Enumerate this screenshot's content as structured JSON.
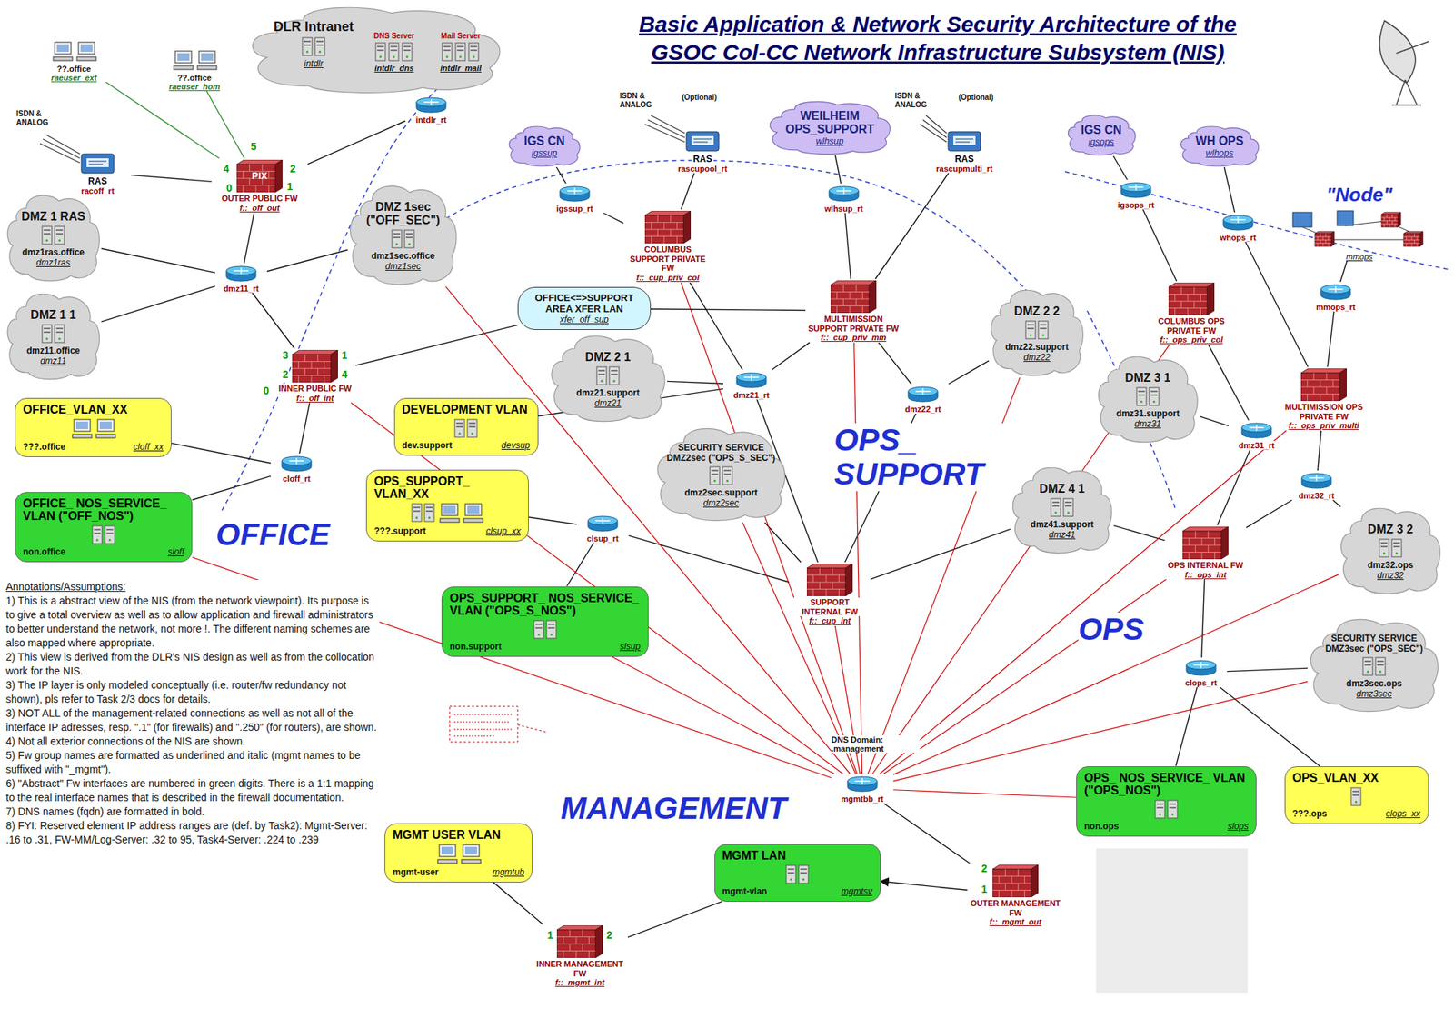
{
  "diagram": {
    "title": "Basic Application & Network Security Architecture of the GSOC Col-CC Network Infrastructure Subsystem (NIS)",
    "nodes": [
      {
        "text": [
          "??.office",
          "raeuser_ext"
        ]
      },
      {
        "text": [
          "??.office",
          "raeuser_hom"
        ]
      },
      {
        "text": [
          "DLR Intranet",
          "intdlr"
        ]
      },
      {
        "text": [
          "DNS Server",
          "intdlr_dns"
        ],
        "in": 2
      },
      {
        "text": [
          "Mail Server",
          "intdlr_mail"
        ],
        "in": 2
      },
      {
        "text": [
          "intdlr_rt"
        ]
      },
      {
        "text": [
          "RAS",
          "racoff_rt"
        ]
      },
      {
        "text": [
          "PIX",
          "OUTER PUBLIC FW",
          "f::_off_out"
        ]
      },
      {
        "text": [
          "DMZ 1 RAS",
          "dmz1ras.office",
          "dmz1ras"
        ]
      },
      {
        "text": [
          "DMZ 1sec (\"OFF_SEC\")",
          "dmz1sec.office",
          "dmz1sec"
        ]
      },
      {
        "text": [
          "dmz11_rt"
        ]
      },
      {
        "text": [
          "DMZ 1 1",
          "dmz11.office",
          "dmz11"
        ]
      },
      {
        "text": [
          "INNER PUBLIC FW",
          "f::_off_int"
        ]
      },
      {
        "text": [
          "OFFICE_VLAN_XX",
          "???.office",
          "cloff_xx"
        ]
      },
      {
        "text": [
          "cloff_rt"
        ]
      },
      {
        "text": [
          "OFFICE_ NOS_SERVICE_ VLAN (\"OFF_NOS\")",
          "non.office",
          "sloff"
        ]
      },
      {
        "text": [
          "OFFICE<=>SUPPORT AREA XFER LAN",
          "xfer_off_sup"
        ]
      },
      {
        "text": [
          "DEVELOPMENT VLAN",
          "dev.support",
          "devsup"
        ]
      },
      {
        "text": [
          "OPS_SUPPORT_ VLAN_XX",
          "???.support",
          "clsup_xx"
        ]
      },
      {
        "text": [
          "clsup_rt"
        ]
      },
      {
        "text": [
          "OPS_SUPPORT_ NOS_SERVICE_ VLAN (\"OPS_S_NOS\")",
          "non.support",
          "slsup"
        ]
      },
      {
        "text": [
          "IGS CN",
          "igssup"
        ]
      },
      {
        "text": [
          "igssup_rt"
        ]
      },
      {
        "text": [
          "RAS",
          "rascupool_rt"
        ]
      },
      {
        "text": [
          "COLUMBUS SUPPORT PRIVATE FW",
          "f::_cup_priv_col"
        ]
      },
      {
        "text": [
          "WEILHEIM OPS_SUPPORT",
          "wlhsup"
        ]
      },
      {
        "text": [
          "wlhsup_rt"
        ]
      },
      {
        "text": [
          "RAS",
          "rascupmulti_rt"
        ]
      },
      {
        "text": [
          "MULTIMISSION SUPPORT PRIVATE FW",
          "f::_cup_priv_mm"
        ]
      },
      {
        "text": [
          "DMZ 2 1",
          "dmz21.support",
          "dmz21"
        ]
      },
      {
        "text": [
          "dmz21_rt"
        ]
      },
      {
        "text": [
          "DMZ 2 2",
          "dmz22.support",
          "dmz22"
        ]
      },
      {
        "text": [
          "dmz22_rt"
        ]
      },
      {
        "text": [
          "SECURITY SERVICE DMZ2sec (\"OPS_S_SEC\")",
          "dmz2sec.support",
          "dmz2sec"
        ]
      },
      {
        "text": [
          "DMZ 4 1",
          "dmz41.support",
          "dmz41"
        ]
      },
      {
        "text": [
          "SUPPORT INTERNAL FW",
          "f::_cup_int"
        ]
      },
      {
        "text": [
          "IGS CN",
          "igsops"
        ]
      },
      {
        "text": [
          "igsops_rt"
        ]
      },
      {
        "text": [
          "WH OPS",
          "wlhops"
        ]
      },
      {
        "text": [
          "whops_rt"
        ]
      },
      {
        "text": [
          "\"Node\"",
          "mmops"
        ]
      },
      {
        "text": [
          "mmops_rt"
        ]
      },
      {
        "text": [
          "COLUMBUS OPS PRIVATE FW",
          "f::_ops_priv_col"
        ]
      },
      {
        "text": [
          "DMZ 3 1",
          "dmz31.support",
          "dmz31"
        ]
      },
      {
        "text": [
          "MULTIMISSION OPS PRIVATE FW",
          "f::_ops_priv_multi"
        ]
      },
      {
        "text": [
          "dmz31_rt"
        ]
      },
      {
        "text": [
          "dmz32_rt"
        ]
      },
      {
        "text": [
          "DMZ 3 2",
          "dmz32.ops",
          "dmz32"
        ]
      },
      {
        "text": [
          "OPS INTERNAL FW",
          "f::_ops_int"
        ]
      },
      {
        "text": [
          "SECURITY SERVICE DMZ3sec (\"OPS_SEC\")",
          "dmz3sec.ops",
          "dmz3sec"
        ]
      },
      {
        "text": [
          "clops_rt"
        ]
      },
      {
        "text": [
          "OPS_ NOS_SERVICE_ VLAN (\"OPS_NOS\")",
          "non.ops",
          "slops"
        ]
      },
      {
        "text": [
          "OPS_VLAN_XX",
          "???.ops",
          "clops_xx"
        ]
      },
      {
        "text": [
          "mgmtbb_rt"
        ]
      },
      {
        "text": [
          "OUTER MANAGEMENT FW",
          "f::_mgmt_out"
        ]
      },
      {
        "text": [
          "MGMT LAN",
          "mgmt-vlan",
          "mgmtsv"
        ]
      },
      {
        "text": [
          "INNER MANAGEMENT FW",
          "f::_mgmt_int"
        ]
      },
      {
        "text": [
          "MGMT USER VLAN",
          "mgmt-user",
          "mgmtub"
        ]
      }
    ],
    "edges": [
      {
        "from": 0,
        "to": 7,
        "arrow": "none"
      },
      {
        "from": 1,
        "to": 7,
        "arrow": "none"
      },
      {
        "from": 6,
        "to": 7,
        "arrow": "none"
      },
      {
        "from": 2,
        "to": 5,
        "arrow": "none"
      },
      {
        "from": 5,
        "to": 7,
        "arrow": "none"
      },
      {
        "from": 7,
        "to": 10,
        "arrow": "none"
      },
      {
        "from": 10,
        "to": 8,
        "arrow": "none"
      },
      {
        "from": 10,
        "to": 11,
        "arrow": "none"
      },
      {
        "from": 10,
        "to": 9,
        "arrow": "none"
      },
      {
        "from": 10,
        "to": 12,
        "arrow": "none"
      },
      {
        "from": 12,
        "to": 16,
        "arrow": "none"
      },
      {
        "from": 12,
        "to": 14,
        "arrow": "none"
      },
      {
        "from": 14,
        "to": 13,
        "arrow": "none"
      },
      {
        "from": 14,
        "to": 15,
        "arrow": "none"
      },
      {
        "from": 16,
        "to": 28,
        "arrow": "none"
      },
      {
        "from": 21,
        "to": 22,
        "arrow": "none"
      },
      {
        "from": 22,
        "to": 24,
        "arrow": "none"
      },
      {
        "from": 23,
        "to": 24,
        "arrow": "none"
      },
      {
        "from": 25,
        "to": 26,
        "arrow": "none"
      },
      {
        "from": 26,
        "to": 28,
        "arrow": "none"
      },
      {
        "from": 27,
        "to": 28,
        "arrow": "none"
      },
      {
        "from": 24,
        "to": 30,
        "arrow": "none"
      },
      {
        "from": 28,
        "to": 30,
        "arrow": "none"
      },
      {
        "from": 28,
        "to": 32,
        "arrow": "none"
      },
      {
        "from": 32,
        "to": 31,
        "arrow": "none"
      },
      {
        "from": 30,
        "to": 29,
        "arrow": "none"
      },
      {
        "from": 30,
        "to": 17,
        "arrow": "none"
      },
      {
        "from": 30,
        "to": 35,
        "arrow": "none"
      },
      {
        "from": 32,
        "to": 35,
        "arrow": "none"
      },
      {
        "from": 35,
        "to": 33,
        "arrow": "none"
      },
      {
        "from": 35,
        "to": 34,
        "arrow": "none"
      },
      {
        "from": 35,
        "to": 19,
        "arrow": "none"
      },
      {
        "from": 19,
        "to": 18,
        "arrow": "none"
      },
      {
        "from": 19,
        "to": 20,
        "arrow": "none"
      },
      {
        "from": 34,
        "to": 48,
        "arrow": "none"
      },
      {
        "from": 36,
        "to": 37,
        "arrow": "none"
      },
      {
        "from": 37,
        "to": 42,
        "arrow": "none"
      },
      {
        "from": 38,
        "to": 39,
        "arrow": "none"
      },
      {
        "from": 39,
        "to": 44,
        "arrow": "none"
      },
      {
        "from": 40,
        "to": 41,
        "arrow": "none"
      },
      {
        "from": 41,
        "to": 44,
        "arrow": "none"
      },
      {
        "from": 42,
        "to": 45,
        "arrow": "none"
      },
      {
        "from": 43,
        "to": 45,
        "arrow": "none"
      },
      {
        "from": 44,
        "to": 46,
        "arrow": "none"
      },
      {
        "from": 46,
        "to": 47,
        "arrow": "none"
      },
      {
        "from": 45,
        "to": 48,
        "arrow": "none"
      },
      {
        "from": 46,
        "to": 48,
        "arrow": "none"
      },
      {
        "from": 48,
        "to": 50,
        "arrow": "none"
      },
      {
        "from": 50,
        "to": 49,
        "arrow": "none"
      },
      {
        "from": 50,
        "to": 51,
        "arrow": "none"
      },
      {
        "from": 50,
        "to": 52,
        "arrow": "none"
      },
      {
        "from": 53,
        "to": 54,
        "arrow": "none"
      },
      {
        "from": 54,
        "to": 55,
        "arrow": "to"
      },
      {
        "from": 56,
        "to": 55,
        "arrow": "none"
      },
      {
        "from": 57,
        "to": 56,
        "arrow": "none"
      },
      {
        "from": 53,
        "to": 15,
        "arrow": "none"
      },
      {
        "from": 53,
        "to": 9,
        "arrow": "none"
      },
      {
        "from": 53,
        "to": 12,
        "arrow": "none"
      },
      {
        "from": 53,
        "to": 20,
        "arrow": "none"
      },
      {
        "from": 53,
        "to": 33,
        "arrow": "none"
      },
      {
        "from": 53,
        "to": 24,
        "arrow": "none"
      },
      {
        "from": 53,
        "to": 28,
        "arrow": "none"
      },
      {
        "from": 53,
        "to": 35,
        "arrow": "none"
      },
      {
        "from": 53,
        "to": 31,
        "arrow": "none"
      },
      {
        "from": 53,
        "to": 48,
        "arrow": "none"
      },
      {
        "from": 53,
        "to": 44,
        "arrow": "none"
      },
      {
        "from": 53,
        "to": 47,
        "arrow": "none"
      },
      {
        "from": 53,
        "to": 49,
        "arrow": "none"
      },
      {
        "from": 53,
        "to": 51,
        "arrow": "none"
      },
      {
        "from": 53,
        "to": 42,
        "arrow": "none"
      }
    ],
    "labels": [
      "ISDN & ANALOG",
      "ISDN & ANALOG",
      "(Optional)",
      "ISDN & ANALOG",
      "(Optional)",
      "OFFICE",
      "OPS_ SUPPORT",
      "OPS",
      "MANAGEMENT",
      "DNS Domain: .management",
      "Annotations/Assumptions:",
      "1) This is a abstract view of the NIS (from the network viewpoint). Its purpose is to give a total overview as well as to allow application and firewall administrators to better understand the network, not more !. The different naming schemes are also mapped where appropriate.",
      "2) This view is derived from the DLR's NIS design as well as from the collocation work for the NIS.",
      "3) The IP layer is only modeled conceptually (i.e. router/fw redundancy not shown), pls refer to Task 2/3 docs for details.",
      "3) NOT ALL of the management-related connections as well as not all of the interface IP adresses, resp. \".1\" (for firewalls) and \".250\" (for routers), are shown.",
      "4) Not all exterior connections of the NIS are shown.",
      "5) Fw group names are formatted as underlined and italic (mgmt names to be suffixed with \"_mgmt\").",
      "6) \"Abstract\" Fw interfaces are numbered in green digits. There is a 1:1 mapping to the real interface names that is described in the firewall documentation.",
      "7) DNS names (fqdn) are formatted in bold.",
      "8) FYI: Reserved element IP address ranges are (def. by Task2): Mgmt-Server: .16 to .31, FW-MM/Log-Server: .32 to 95, Task4-Server: .224 to .239",
      "5",
      "4",
      "2",
      "1",
      "0",
      "3",
      "1",
      "2",
      "4",
      "0",
      "2",
      "1",
      "1",
      "2"
    ]
  }
}
